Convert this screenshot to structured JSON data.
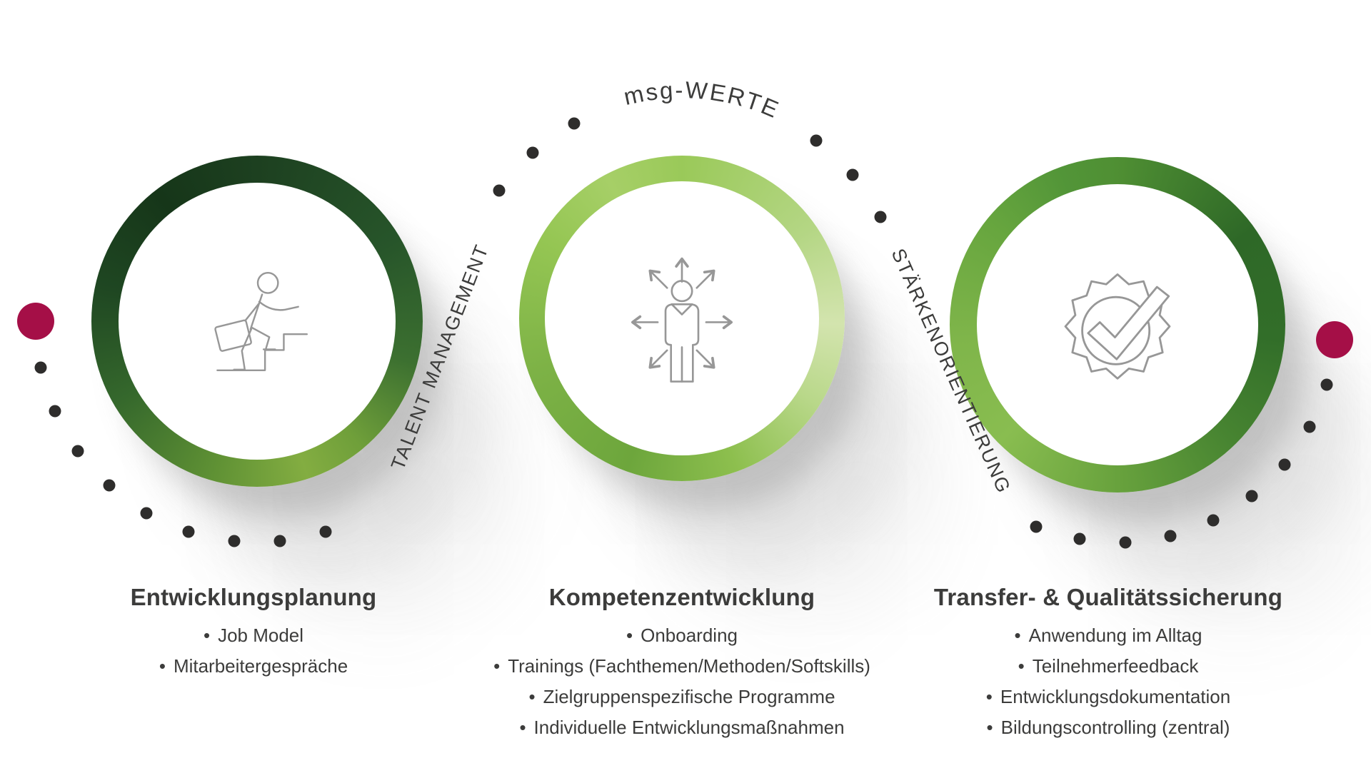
{
  "diagram": {
    "orbit_labels": {
      "talent_management": "TALENT MANAGEMENT",
      "msg_werte": "msg-WERTE",
      "staerkenorientierung": "STÄRKENORIENTIERUNG"
    },
    "stages": [
      {
        "title": "Entwicklungsplanung",
        "icon": "person-climbing-stairs-icon",
        "items": [
          "Job Model",
          "Mitarbeitergespräche"
        ]
      },
      {
        "title": "Kompetenzentwicklung",
        "icon": "person-development-arrows-icon",
        "items": [
          "Onboarding",
          "Trainings (Fachthemen/Methoden/Softskills)",
          "Zielgruppenspezifische Programme",
          "Individuelle Entwicklungsmaßnahmen"
        ]
      },
      {
        "title": "Transfer- & Qualitätssicherung",
        "icon": "quality-badge-check-icon",
        "items": [
          "Anwendung im Alltag",
          "Teilnehmerfeedback",
          "Entwicklungsdokumentation",
          "Bildungscontrolling (zentral)"
        ]
      }
    ],
    "colors": {
      "accent_red": "#a50f47",
      "dot_dark": "#2e2d2c",
      "text": "#3c3c3b",
      "icon_stroke": "#979797",
      "ring_green_dark": "#1d4020",
      "ring_green_mid": "#4f8f33",
      "ring_green_light": "#9ac959"
    }
  }
}
